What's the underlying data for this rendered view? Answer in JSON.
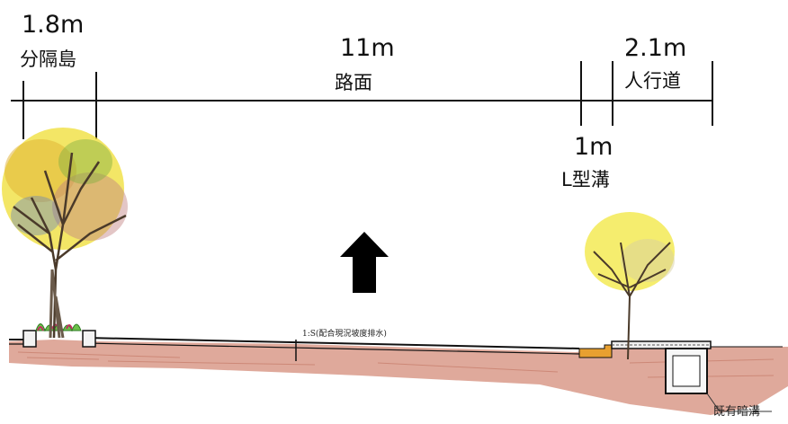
{
  "dimensions": {
    "median": {
      "width": "1.8m",
      "name": "分隔島"
    },
    "road": {
      "width": "11m",
      "name": "路面"
    },
    "sidewalk": {
      "width": "2.1m",
      "name": "人行道"
    },
    "gutter": {
      "width": "1m",
      "name": "L型溝"
    }
  },
  "slope_note": "1:S(配合現況坡度排水)",
  "drain_label": "既有暗溝",
  "colors": {
    "ground": "#d99a8a",
    "gutter": "#e8a030",
    "line": "#111111",
    "arrow": "#000000"
  },
  "icons": {
    "flow_arrow": "up-arrow",
    "large_tree": "tree",
    "small_tree": "tree"
  }
}
